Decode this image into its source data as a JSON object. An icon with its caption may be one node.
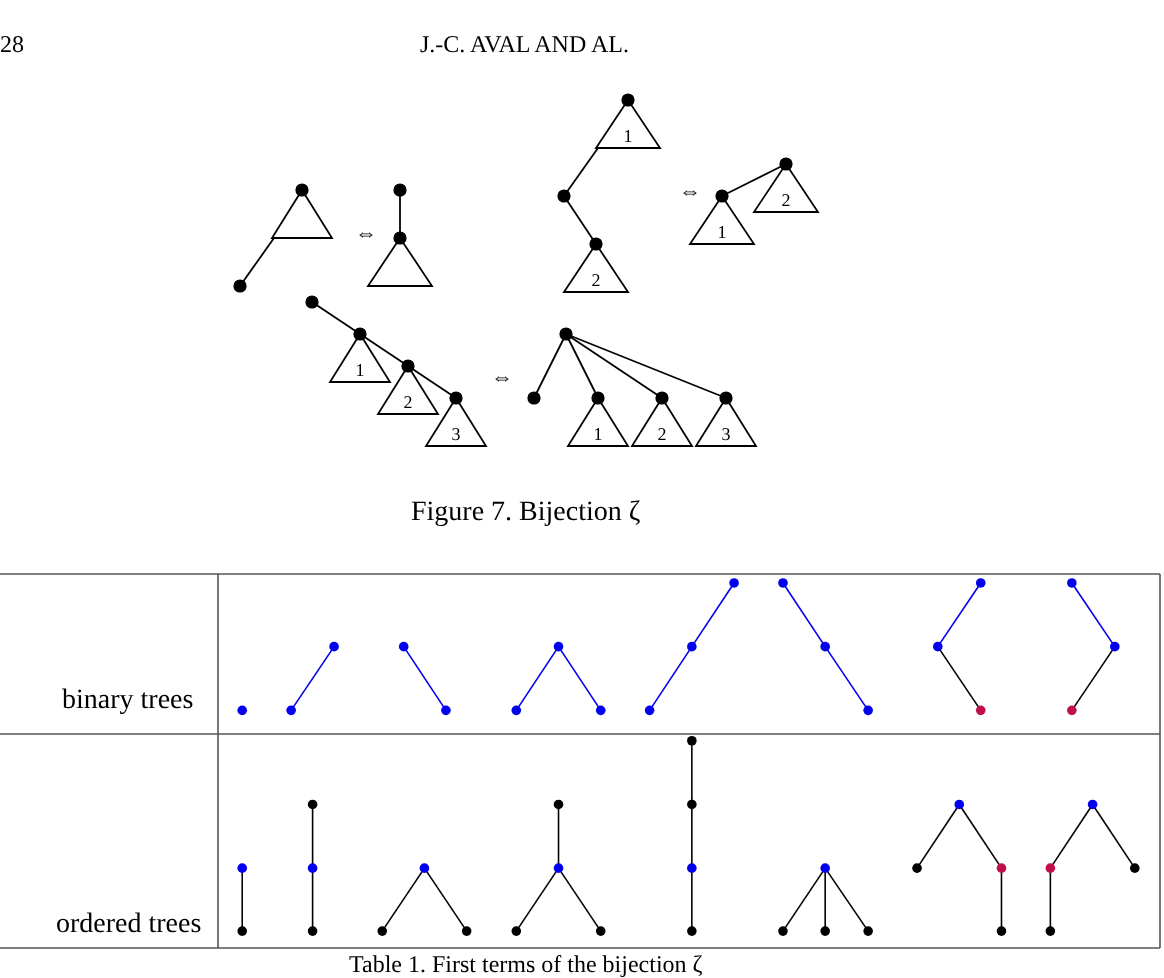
{
  "diagram": {
    "caption": "Figure 7. Bijection ζ",
    "nodes": [
      {
        "text": [],
        "shape": "triangle"
      },
      {
        "text": [],
        "shape": "triangle"
      },
      {
        "text": [
          "1"
        ]
      },
      {
        "text": [
          "2"
        ]
      },
      {
        "text": [
          "1"
        ]
      },
      {
        "text": [
          "2"
        ]
      },
      {
        "text": [
          "1"
        ]
      },
      {
        "text": [
          "2"
        ]
      },
      {
        "text": [
          "3"
        ]
      },
      {
        "text": [
          "1"
        ]
      },
      {
        "text": [
          "2"
        ]
      },
      {
        "text": [
          "3"
        ]
      }
    ],
    "edges": [],
    "labels": [
      "28",
      "J.-C. AVAL AND AL.",
      "⇔",
      "⇔",
      "⇔",
      "binary trees",
      "ordered trees",
      "Table 1. First terms of the bijection ζ"
    ]
  }
}
